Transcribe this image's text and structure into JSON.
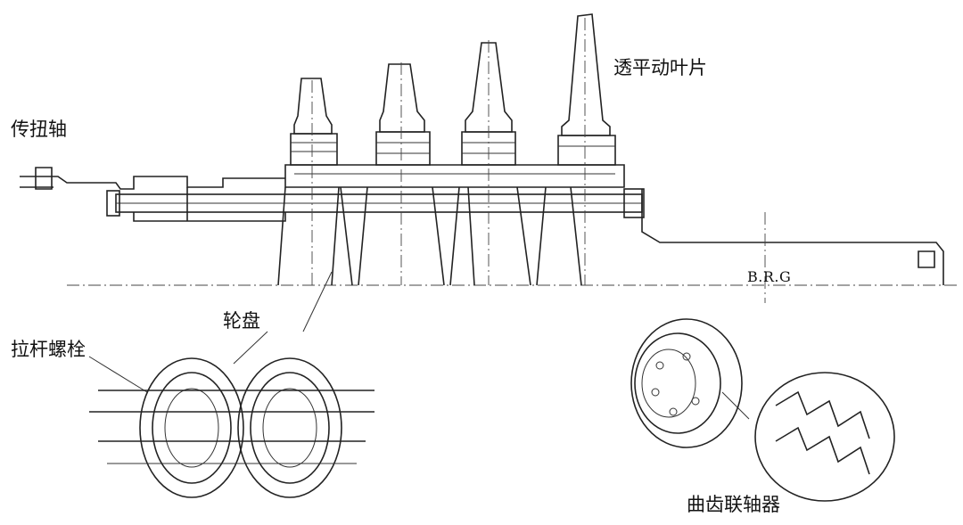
{
  "labels": {
    "torque_shaft": "传扭轴",
    "blades": "透平动叶片",
    "brg": "B.R.G",
    "wheel_disk": "轮盘",
    "tie_rod_bolt": "拉杆螺栓",
    "curvic_coupling": "曲齿联轴器"
  },
  "colors": {
    "line": "#222222",
    "background": "#ffffff"
  }
}
